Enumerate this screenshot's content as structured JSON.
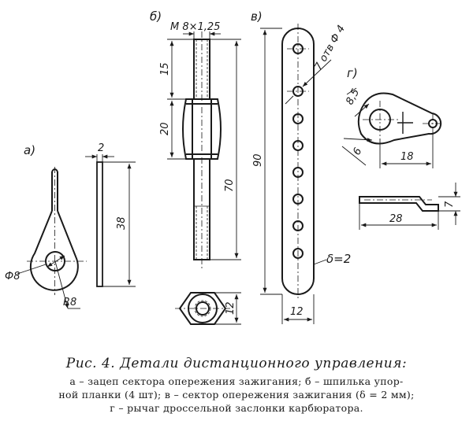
{
  "figure": {
    "labels": {
      "a": "а)",
      "b": "б)",
      "v": "в)",
      "g": "г)"
    },
    "dims": {
      "a_phi": "Ф8",
      "a_r": "R8",
      "a_thk": "2",
      "a_len": "38",
      "b_thread": "M 8×1,25",
      "b_15": "15",
      "b_20": "20",
      "b_70": "70",
      "b_12": "12",
      "v_holes": "7 отв Ф 4",
      "v_90": "90",
      "v_12": "12",
      "v_delta": "δ=2",
      "g_85": "8,5",
      "g_6": "6",
      "g_18": "18",
      "g_28": "28",
      "g_7": "7"
    }
  },
  "caption": {
    "title": "Рис. 4. Детали дистанционного управления:",
    "line1": "а – зацеп сектора опережения зажигания; б – шпилька упор-",
    "line2": "ной планки (4 шт); в – сектор опережения зажигания (δ = 2 мм);",
    "line3": "г – рычаг дроссельной заслонки карбюратора."
  }
}
